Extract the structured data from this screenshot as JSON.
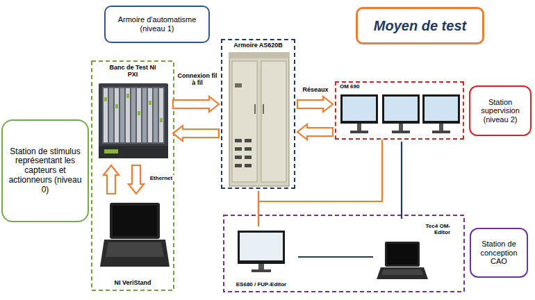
{
  "diagram": {
    "title": "Moyen de test",
    "nodes": [
      {
        "text": [
          "Armoire d'automatisme (niveau 1)"
        ]
      },
      {
        "text": [
          "Banc de Test NI PXI"
        ]
      },
      {
        "text": [
          "Armoire AS620B"
        ]
      },
      {
        "text": [
          "OM 690"
        ]
      },
      {
        "text": [
          "Station supervision (niveau 2)"
        ]
      },
      {
        "text": [
          "Station de stimulus représentant les capteurs et actionneurs (niveau 0)"
        ]
      },
      {
        "text": [
          "NI VeriStand"
        ]
      },
      {
        "text": [
          "ES680 / FUP-Editor"
        ]
      },
      {
        "text": [
          "Tec4 OM-Editor"
        ]
      },
      {
        "text": [
          "Station de conception CAO"
        ]
      }
    ],
    "edges": [
      {
        "from": 1,
        "to": 2,
        "arrow": "to",
        "label": "Connexion fil à fil"
      },
      {
        "from": 2,
        "to": 1,
        "arrow": "to"
      },
      {
        "from": 2,
        "to": 3,
        "arrow": "to",
        "label": "Réseaux"
      },
      {
        "from": 3,
        "to": 2,
        "arrow": "to"
      },
      {
        "from": 6,
        "to": 1,
        "arrow": "to"
      },
      {
        "from": 1,
        "to": 6,
        "arrow": "to",
        "label": "Ethernet"
      },
      {
        "from": 2,
        "to": 7,
        "arrow": "none"
      },
      {
        "from": 3,
        "to": 7,
        "arrow": "none"
      },
      {
        "from": 3,
        "to": 8,
        "arrow": "none"
      },
      {
        "from": 7,
        "to": 8,
        "arrow": "none"
      }
    ]
  }
}
